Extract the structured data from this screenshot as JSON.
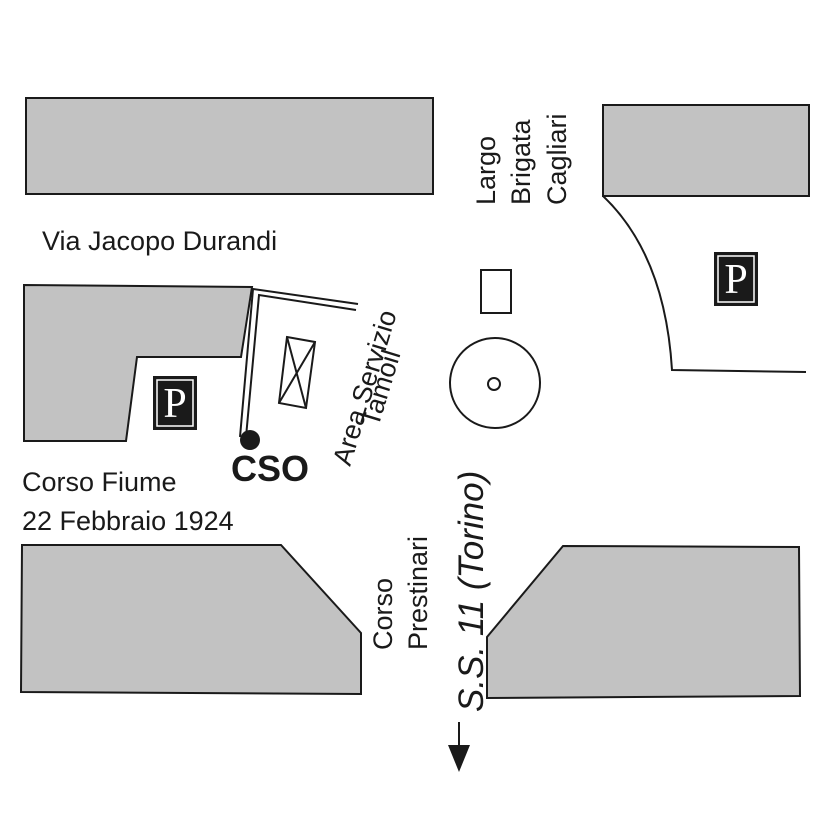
{
  "map": {
    "streets": {
      "via_jacopo_durandi": "Via Jacopo Durandi",
      "largo_line1": "Largo",
      "largo_line2": "Brigata",
      "largo_line3": "Cagliari",
      "corso_fiume_line1": "Corso Fiume",
      "corso_fiume_line2": "22 Febbraio 1924",
      "corso_prestinari_line1": "Corso",
      "corso_prestinari_line2": "Prestinari",
      "road_label": "S.S. 11 (Torino)"
    },
    "area_servizio_line1": "Area Servizio",
    "area_servizio_line2": "Tamoil",
    "cso_label": "CSO",
    "parking_symbol": "P",
    "icons": [
      "parking-icon",
      "arrow-down-icon",
      "roundabout-icon",
      "location-dot-icon"
    ],
    "colors": {
      "block_fill": "#c2c2c2",
      "ink": "#1a1a1a"
    }
  }
}
